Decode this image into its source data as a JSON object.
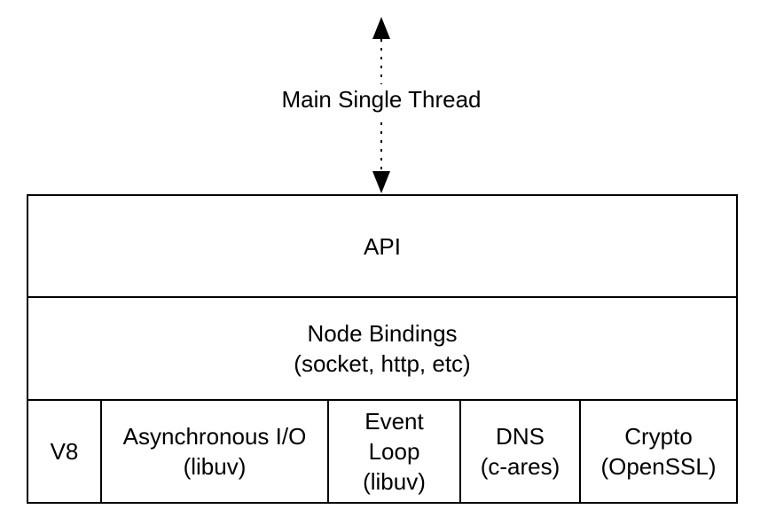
{
  "thread": {
    "label": "Main Single Thread"
  },
  "stack": {
    "api": "API",
    "bindings": {
      "line1": "Node Bindings",
      "line2": "(socket, http, etc)"
    },
    "components": {
      "v8": "V8",
      "async_io": {
        "line1": "Asynchronous I/O",
        "line2": "(libuv)"
      },
      "event_loop": {
        "line1": "Event",
        "line2": "Loop",
        "line3": "(libuv)"
      },
      "dns": {
        "line1": "DNS",
        "line2": "(c-ares)"
      },
      "crypto": {
        "line1": "Crypto",
        "line2": "(OpenSSL)"
      }
    }
  }
}
